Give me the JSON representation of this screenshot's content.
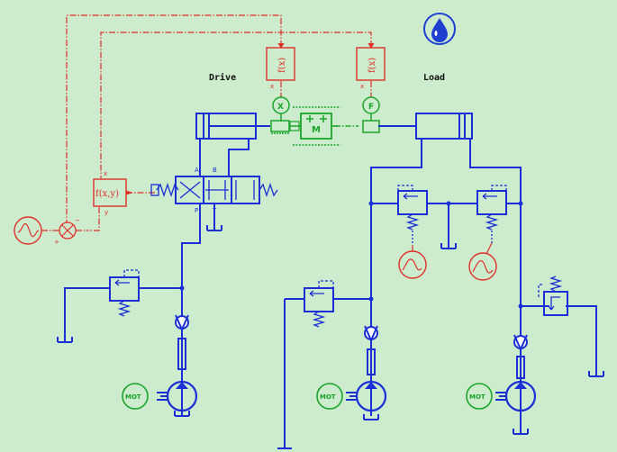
{
  "labels": {
    "drive": "Drive",
    "load": "Load",
    "func_xy": "f(x,y)",
    "func_x": "f(x)",
    "port_x": "x",
    "port_y": "y",
    "motor": "MOT",
    "mass": "M",
    "valve_a": "A",
    "valve_b": "B",
    "valve_p": "P",
    "valve_t": "T",
    "sensor_x": "X",
    "sensor_f": "F",
    "sum_minus": "−",
    "sum_plus": "+"
  },
  "colors": {
    "background": "#cdeccd",
    "hydraulic": "#1a2fd6",
    "signal": "#e0302a",
    "mechanical": "#1aa52a",
    "logo": "#1f3fd0"
  },
  "icons": {
    "logo": "water-drop-icon"
  }
}
